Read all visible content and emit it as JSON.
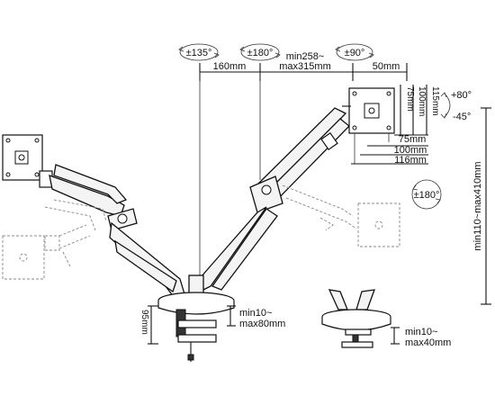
{
  "rotation_labels": {
    "tilt_left": "±135°",
    "tilt_mid": "±180°",
    "tilt_right": "±90°",
    "screen_rotation": "±180°"
  },
  "dimensions": {
    "arm_width": "160mm",
    "extension_top": "min258~",
    "extension_bottom": "max315mm",
    "offset": "50mm",
    "vesa_75": "75mm",
    "vesa_100": "100mm",
    "vesa_116": "116mm",
    "side_75": "75mm",
    "side_100": "100mm",
    "side_115": "115mm",
    "tilt_up": "+80°",
    "tilt_down": "-45°",
    "height_range": "min110~max410mm",
    "clamp_height": "95mm",
    "clamp_thick_top": "min10~",
    "clamp_thick_bottom": "max80mm",
    "grommet_thick_top": "min10~",
    "grommet_thick_bottom": "max40mm"
  }
}
